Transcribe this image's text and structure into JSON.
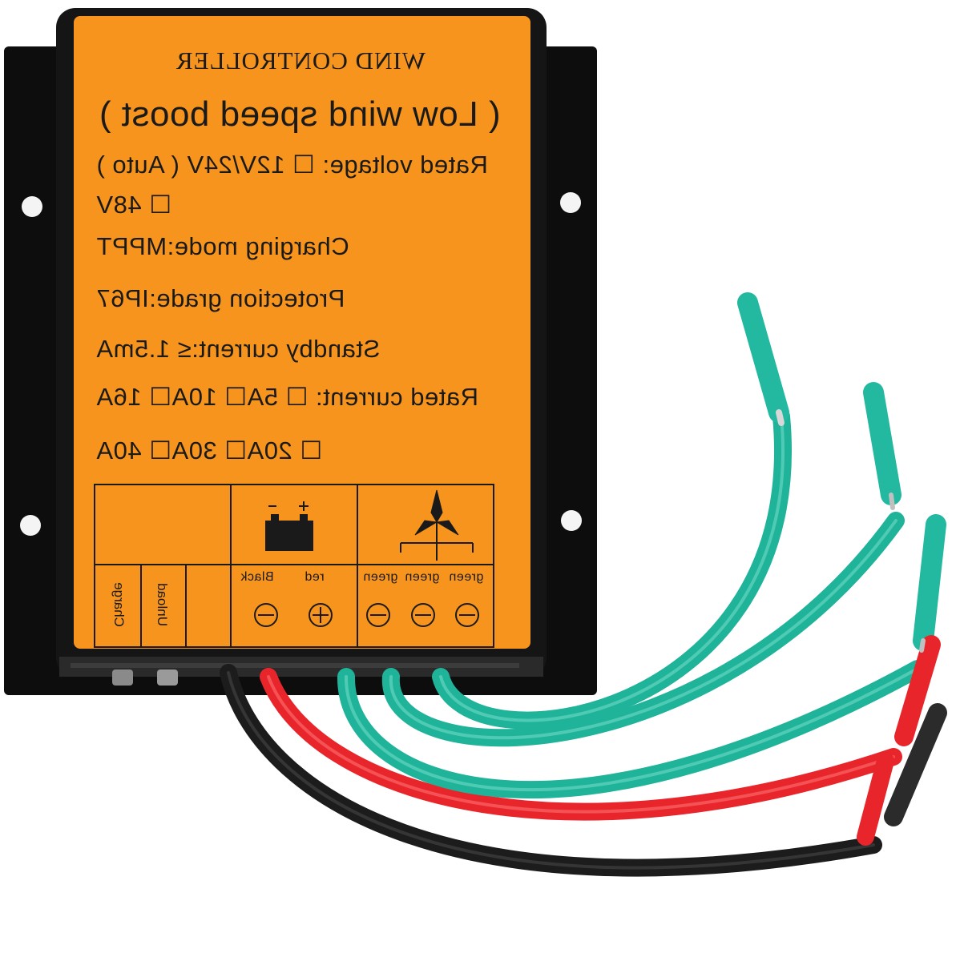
{
  "label": {
    "title": "WIND CONTROLLER",
    "subtitle": "( Low wind speed boost )",
    "rated_voltage": "Rated voltage: ☐ 12V/24V ( Auto )",
    "voltage_48v": "☐ 48V",
    "charging_mode": "Charging mode:MPPT",
    "protection_grade": "Protection grade:IP67",
    "standby_current": "Standby current:≤ 1.5mA",
    "rated_current_line1": "Rated current: ☐ 5A☐ 10A☐ 16A",
    "rated_current_line2": "☐ 20A☐ 30A☐ 40A"
  },
  "terminals": {
    "charge": "Charge",
    "unload": "Unload",
    "black": "Black",
    "red": "red",
    "green1": "green",
    "green2": "green",
    "green3": "green"
  },
  "colors": {
    "label_orange": "#f7941e",
    "housing_black": "#111111",
    "wire_green": "#1fb39a",
    "wire_red": "#e8252b",
    "wire_black": "#2a2a2a"
  },
  "icons": [
    "battery-icon",
    "wind-turbine-icon",
    "plus-terminal-icon",
    "minus-terminal-icon"
  ]
}
